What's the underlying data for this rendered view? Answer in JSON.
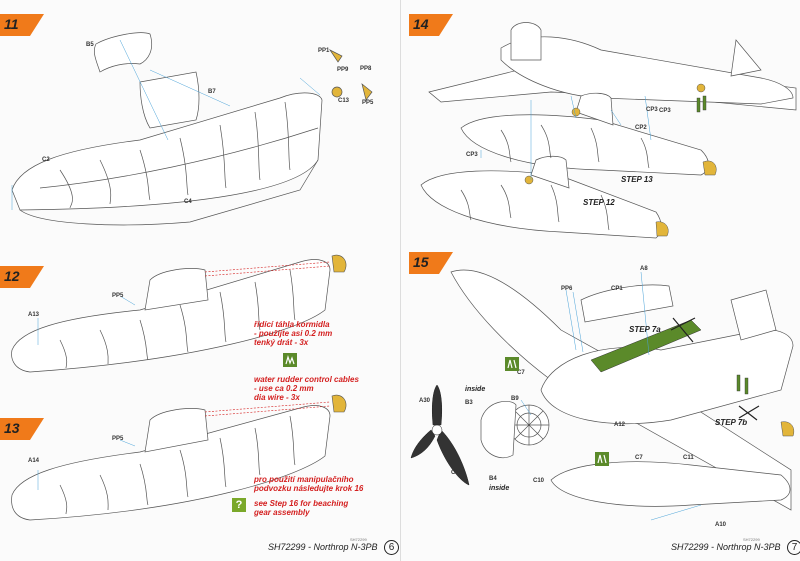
{
  "left_page": {
    "steps": [
      {
        "number": "11"
      },
      {
        "number": "12"
      },
      {
        "number": "13"
      }
    ],
    "parts_step11": {
      "b5": "B5",
      "b7": "B7",
      "c2": "C2",
      "c4": "C4",
      "pp1": "PP1",
      "pp9": "PP9",
      "pp8": "PP8",
      "c13": "C13",
      "pp5": "PP5"
    },
    "parts_step12": {
      "pp5": "PP5",
      "a13": "A13"
    },
    "parts_step13": {
      "pp5": "PP5",
      "a14": "A14"
    },
    "note_cables_cz": [
      "řídící táhla kormidla",
      "- použijte asi 0.2 mm",
      "tenký drát - 3x"
    ],
    "note_cables_en": [
      "water rudder control cables",
      "- use ca 0.2 mm",
      "dia wire - 3x"
    ],
    "note_beaching_cz": [
      "pro použití manipulačního",
      "podvozku následujte krok 16"
    ],
    "note_beaching_en": [
      "see Step 16 for beaching",
      "gear assembly"
    ],
    "footer": {
      "code": "SH72299",
      "title": "SH72299 - Northrop N-3PB",
      "page": "6"
    }
  },
  "right_page": {
    "steps": [
      {
        "number": "14"
      },
      {
        "number": "15"
      }
    ],
    "parts_step14": {
      "cp3a": "CP3",
      "cp2": "CP2",
      "cp3b": "CP3",
      "cp3c": "CP3"
    },
    "step_calls": {
      "s13": "STEP 13",
      "s12": "STEP 12",
      "s7a": "STEP 7a",
      "s7b": "STEP 7b"
    },
    "parts_step15": {
      "a8": "A8",
      "pp6": "PP6",
      "cp1": "CP1",
      "a30": "A30",
      "b3": "B3",
      "b9": "B9",
      "c7a": "C7",
      "c7b": "C7",
      "c10a": "C10",
      "c10b": "C10",
      "b4": "B4",
      "a12": "A12",
      "a10": "A10",
      "c11": "C11"
    },
    "inside_a": "inside",
    "inside_b": "inside",
    "footer": {
      "code": "SH72299",
      "title": "SH72299 - Northrop N-3PB",
      "page": "7"
    }
  },
  "colors": {
    "badge": "#f07a1a",
    "yellow_part": "#e2b53a",
    "green_part": "#5b8a2a",
    "note_red": "#d42020",
    "wire_red": "#d42020"
  }
}
